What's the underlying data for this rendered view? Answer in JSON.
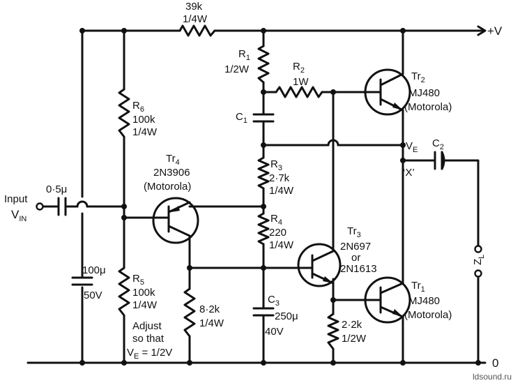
{
  "rails": {
    "positive": "+V",
    "ground": "0"
  },
  "input": {
    "label": "Input",
    "symbol": "V",
    "sub": "IN",
    "cap": "0·5μ"
  },
  "resistors": {
    "top": {
      "value": "39k",
      "power": "1/4W"
    },
    "r1": {
      "name": "R",
      "sub": "1",
      "power": "1/2W"
    },
    "r2": {
      "name": "R",
      "sub": "2",
      "power": "1W"
    },
    "r3": {
      "name": "R",
      "sub": "3",
      "value": "2·7k",
      "power": "1/4W"
    },
    "r4": {
      "name": "R",
      "sub": "4",
      "value": "220",
      "power": "1/4W"
    },
    "r5": {
      "name": "R",
      "sub": "5",
      "value": "100k",
      "power": "1/4W"
    },
    "r6": {
      "name": "R",
      "sub": "6",
      "value": "100k",
      "power": "1/4W"
    },
    "r82": {
      "value": "8·2k",
      "power": "1/4W"
    },
    "r22": {
      "value": "2·2k",
      "power": "1/2W"
    }
  },
  "capacitors": {
    "c1": {
      "name": "C",
      "sub": "1"
    },
    "c2": {
      "name": "C",
      "sub": "2"
    },
    "c3": {
      "name": "C",
      "sub": "3",
      "value": "250μ",
      "voltage": "40V"
    },
    "cbias": {
      "value": "100μ",
      "voltage": "50V"
    }
  },
  "transistors": {
    "tr1": {
      "name": "Tr",
      "sub": "1",
      "part": "MJ480",
      "maker": "(Motorola)"
    },
    "tr2": {
      "name": "Tr",
      "sub": "2",
      "part": "MJ480",
      "maker": "(Motorola)"
    },
    "tr3": {
      "name": "Tr",
      "sub": "3",
      "part": "2N697",
      "or": "or",
      "alt": "2N1613"
    },
    "tr4": {
      "name": "Tr",
      "sub": "4",
      "part": "2N3906",
      "maker": "(Motorola)"
    }
  },
  "nodes": {
    "ve_symbol": "V",
    "ve_sub": "E",
    "x_label": "‘X’"
  },
  "load": {
    "symbol": "Z",
    "sub": "L"
  },
  "adjust_note": {
    "line1": "Adjust",
    "line2": "so that",
    "line3_symbol": "V",
    "line3_sub": "E",
    "line3_rest": " = 1/2V"
  },
  "watermark": "ldsound.ru"
}
